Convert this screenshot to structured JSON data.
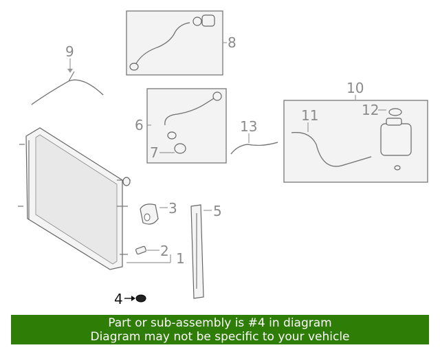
{
  "callouts": {
    "c1": "1",
    "c2": "2",
    "c3": "3",
    "c4": "4",
    "c5": "5",
    "c6": "6",
    "c7": "7",
    "c8": "8",
    "c9": "9",
    "c10": "10",
    "c11": "11",
    "c12": "12",
    "c13": "13"
  },
  "highlighted_callout": "4",
  "footer": {
    "line1": "Part or sub-assembly is #4 in diagram",
    "line2": "Diagram may not be specific to your vehicle"
  },
  "colors": {
    "footer_bg": "#2e7d07",
    "footer_text": "#ffffff",
    "callout_gray": "#8a8a8a",
    "callout_active": "#111111"
  }
}
